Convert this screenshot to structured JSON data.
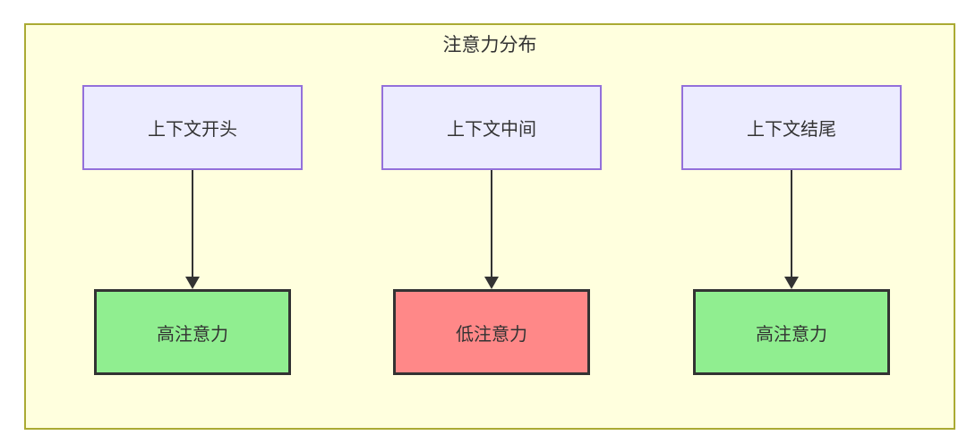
{
  "diagram": {
    "title": "注意力分布",
    "colors": {
      "container_fill": "#FFFFDE",
      "container_border": "#AAAA33",
      "source_fill": "#ECECFF",
      "source_border": "#9370DB",
      "high_fill": "#90EE90",
      "low_fill": "#FF8888",
      "result_border": "#333333",
      "arrow": "#333333",
      "text": "#333333"
    },
    "columns": [
      {
        "source": "上下文开头",
        "result": "高注意力",
        "result_type": "high"
      },
      {
        "source": "上下文中间",
        "result": "低注意力",
        "result_type": "low"
      },
      {
        "source": "上下文结尾",
        "result": "高注意力",
        "result_type": "high"
      }
    ]
  }
}
